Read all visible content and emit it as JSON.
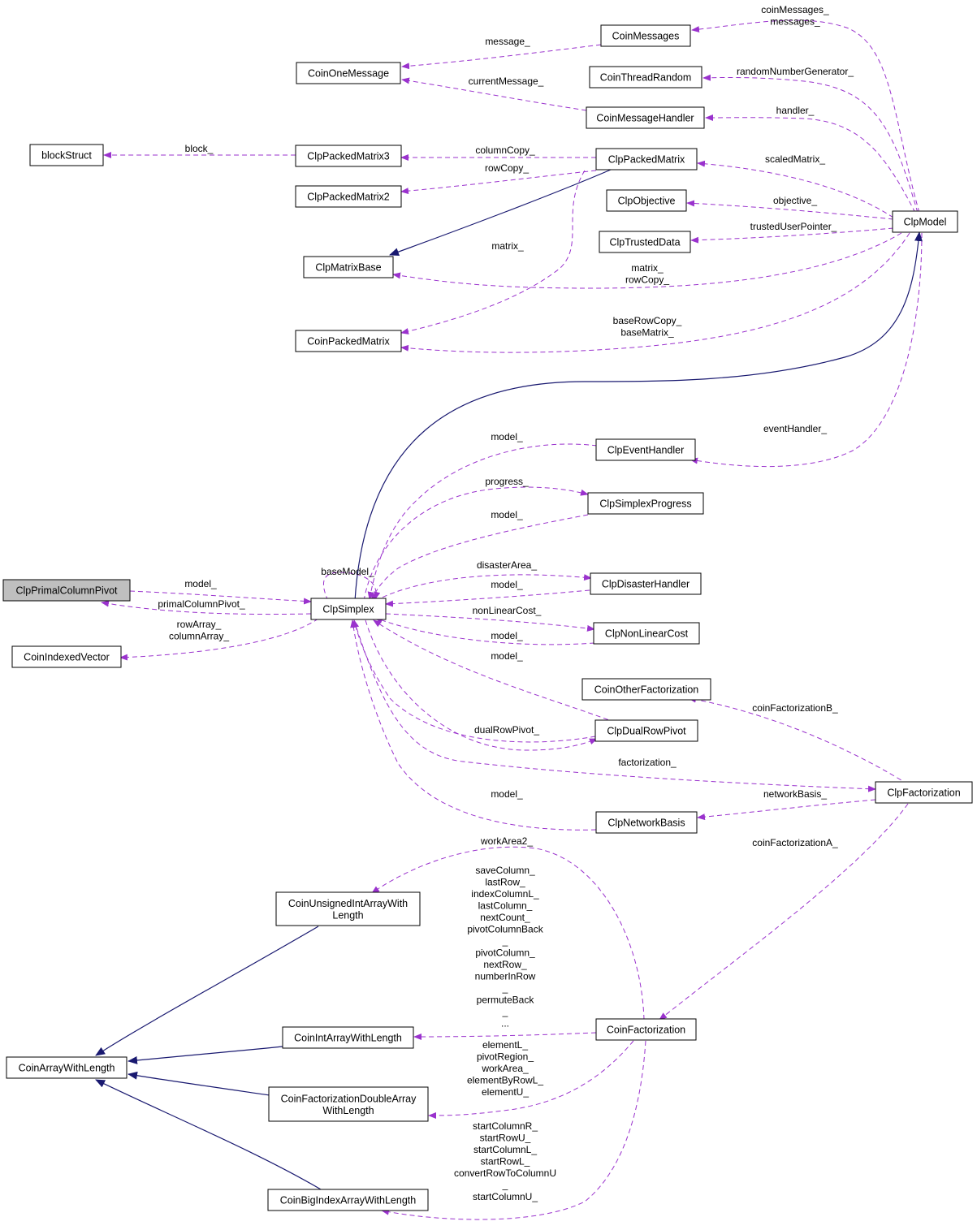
{
  "colors": {
    "background": "#ffffff",
    "node_fill": "#ffffff",
    "node_stroke": "#000000",
    "selected_fill": "#bfbfbf",
    "usage_edge": "#9a32cd",
    "inheritance_edge": "#191970"
  },
  "nodes": {
    "clpprimalcolumnpivot": [
      "ClpPrimalColumnPivot"
    ],
    "coinindexedvector": [
      "CoinIndexedVector"
    ],
    "clpsimplex": [
      "ClpSimplex"
    ],
    "clpmodel": [
      "ClpModel"
    ],
    "coinmessages": [
      "CoinMessages"
    ],
    "coinonemessage": [
      "CoinOneMessage"
    ],
    "cointhreadrandom": [
      "CoinThreadRandom"
    ],
    "coinmessagehandler": [
      "CoinMessageHandler"
    ],
    "blockstruct": [
      "blockStruct"
    ],
    "clppackedmatrix3": [
      "ClpPackedMatrix3"
    ],
    "clppackedmatrix": [
      "ClpPackedMatrix"
    ],
    "clppackedmatrix2": [
      "ClpPackedMatrix2"
    ],
    "clpobjective": [
      "ClpObjective"
    ],
    "clptrusteddata": [
      "ClpTrustedData"
    ],
    "clpmatrixbase": [
      "ClpMatrixBase"
    ],
    "coinpackedmatrix": [
      "CoinPackedMatrix"
    ],
    "clpeventhandler": [
      "ClpEventHandler"
    ],
    "clpsimplexprogress": [
      "ClpSimplexProgress"
    ],
    "clpdisasterhandler": [
      "ClpDisasterHandler"
    ],
    "clpnonlinearcost": [
      "ClpNonLinearCost"
    ],
    "coinotherfactorization": [
      "CoinOtherFactorization"
    ],
    "clpdualrowpivot": [
      "ClpDualRowPivot"
    ],
    "clpfactorization": [
      "ClpFactorization"
    ],
    "clpnetworkbasis": [
      "ClpNetworkBasis"
    ],
    "coinunsignedintarraywithlength": [
      "CoinUnsignedIntArrayWith",
      "Length"
    ],
    "coinarraywithlength": [
      "CoinArrayWithLength"
    ],
    "coinintarraywithlength": [
      "CoinIntArrayWithLength"
    ],
    "coinfactorization": [
      "CoinFactorization"
    ],
    "coinfactorizationdoublearraywithlength": [
      "CoinFactorizationDoubleArray",
      "WithLength"
    ],
    "coinbigindexarraywithlength": [
      "CoinBigIndexArrayWithLength"
    ]
  },
  "edge_labels": {
    "coinmessages": [
      "coinMessages_",
      "messages_"
    ],
    "message": [
      "message_"
    ],
    "random_number_generator": [
      "randomNumberGenerator_"
    ],
    "current_message": [
      "currentMessage_"
    ],
    "handler": [
      "handler_"
    ],
    "block": [
      "block_"
    ],
    "column_copy": [
      "columnCopy_"
    ],
    "row_copy": [
      "rowCopy_"
    ],
    "scaled_matrix": [
      "scaledMatrix_"
    ],
    "objective": [
      "objective_"
    ],
    "trusted_user_pointer": [
      "trustedUserPointer_"
    ],
    "matrix_inner": [
      "matrix_"
    ],
    "matrix_rowcopy": [
      "matrix_",
      "rowCopy_"
    ],
    "base_row_copy": [
      "baseRowCopy_",
      "baseMatrix_"
    ],
    "event_handler": [
      "eventHandler_"
    ],
    "model_event": [
      "model_"
    ],
    "progress": [
      "progress_"
    ],
    "model_progress": [
      "model_"
    ],
    "base_model": [
      "baseModel_"
    ],
    "disaster_area": [
      "disasterArea_"
    ],
    "model_disaster": [
      "model_"
    ],
    "model_primal": [
      "model_"
    ],
    "primal_column_pivot": [
      "primalColumnPivot_"
    ],
    "row_array": [
      "rowArray_",
      "columnArray_"
    ],
    "nonlinear_cost": [
      "nonLinearCost_"
    ],
    "model_nonlinear": [
      "model_"
    ],
    "model_dual": [
      "model_"
    ],
    "coin_factorization_b": [
      "coinFactorizationB_"
    ],
    "dual_row_pivot": [
      "dualRowPivot_"
    ],
    "factorization": [
      "factorization_"
    ],
    "network_basis": [
      "networkBasis_"
    ],
    "model_network": [
      "model_"
    ],
    "coin_factorization_a": [
      "coinFactorizationA_"
    ],
    "work_area2": [
      "workArea2_"
    ],
    "int_array_members": [
      "saveColumn_",
      "lastRow_",
      "indexColumnL_",
      "lastColumn_",
      "nextCount_",
      "pivotColumnBack",
      "_",
      "pivotColumn_",
      "nextRow_",
      "numberInRow",
      "_",
      "permuteBack",
      "_",
      "..."
    ],
    "double_array_members": [
      "elementL_",
      "pivotRegion_",
      "workArea_",
      "elementByRowL_",
      "elementU_"
    ],
    "big_index_members": [
      "startColumnR_",
      "startRowU_",
      "startColumnL_",
      "startRowL_",
      "convertRowToColumnU",
      "_",
      "startColumnU_"
    ]
  }
}
